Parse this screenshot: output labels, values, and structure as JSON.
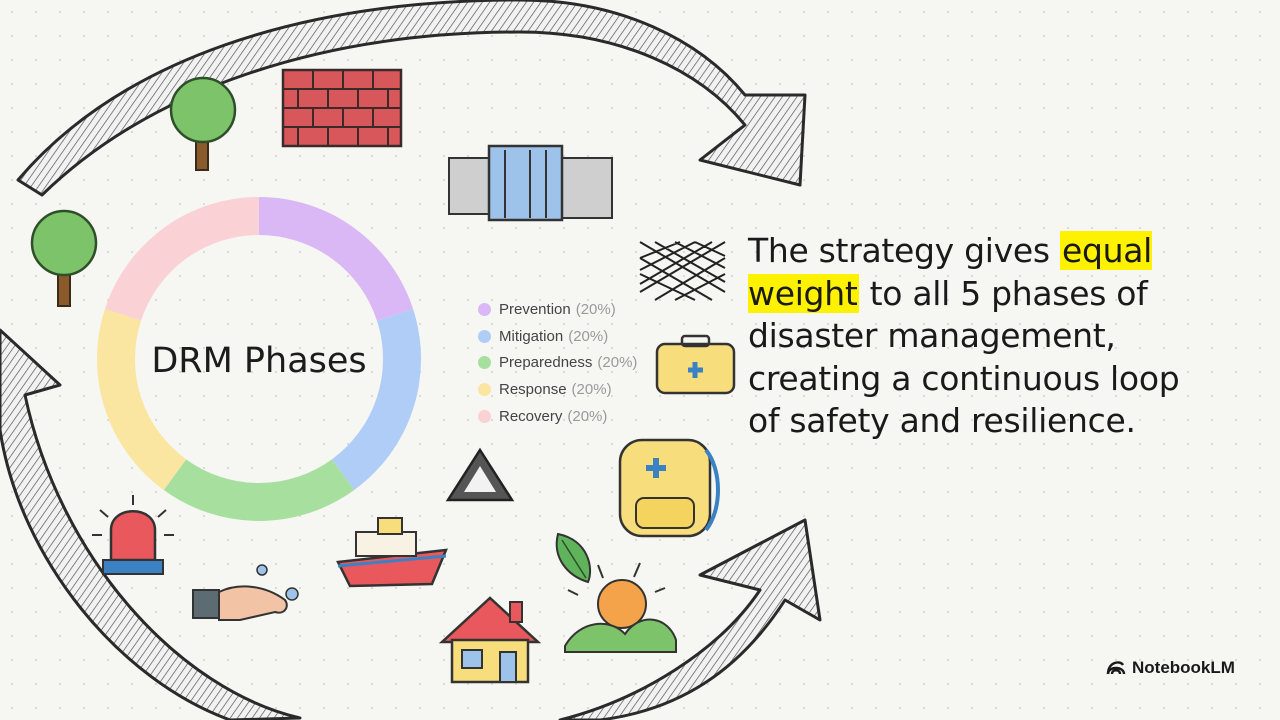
{
  "chart_data": {
    "type": "pie",
    "title": "DRM Phases",
    "categories": [
      "Prevention",
      "Mitigation",
      "Preparedness",
      "Response",
      "Recovery"
    ],
    "values": [
      20,
      20,
      20,
      20,
      20
    ],
    "colors": [
      "#d9b8f5",
      "#afcdf7",
      "#a7e09e",
      "#fae6a0",
      "#fad1d4"
    ],
    "percent_labels": [
      "(20%)",
      "(20%)",
      "(20%)",
      "(20%)",
      "(20%)"
    ],
    "legend_placement": "right"
  },
  "statement": {
    "before": "The strategy gives ",
    "highlight": "equal weight",
    "after": " to all 5 phases of disaster management, creating a continuous loop of safety and resilience."
  },
  "brand": {
    "name": "NotebookLM"
  },
  "icons": [
    "tree-icon",
    "brick-wall-icon",
    "dam-icon",
    "net-icon",
    "first-aid-kit-icon",
    "warning-sign-icon",
    "backpack-icon",
    "siren-icon",
    "hand-icon",
    "boat-icon",
    "house-icon",
    "sunrise-icon",
    "leaf-icon",
    "cycle-arrow-icon"
  ]
}
